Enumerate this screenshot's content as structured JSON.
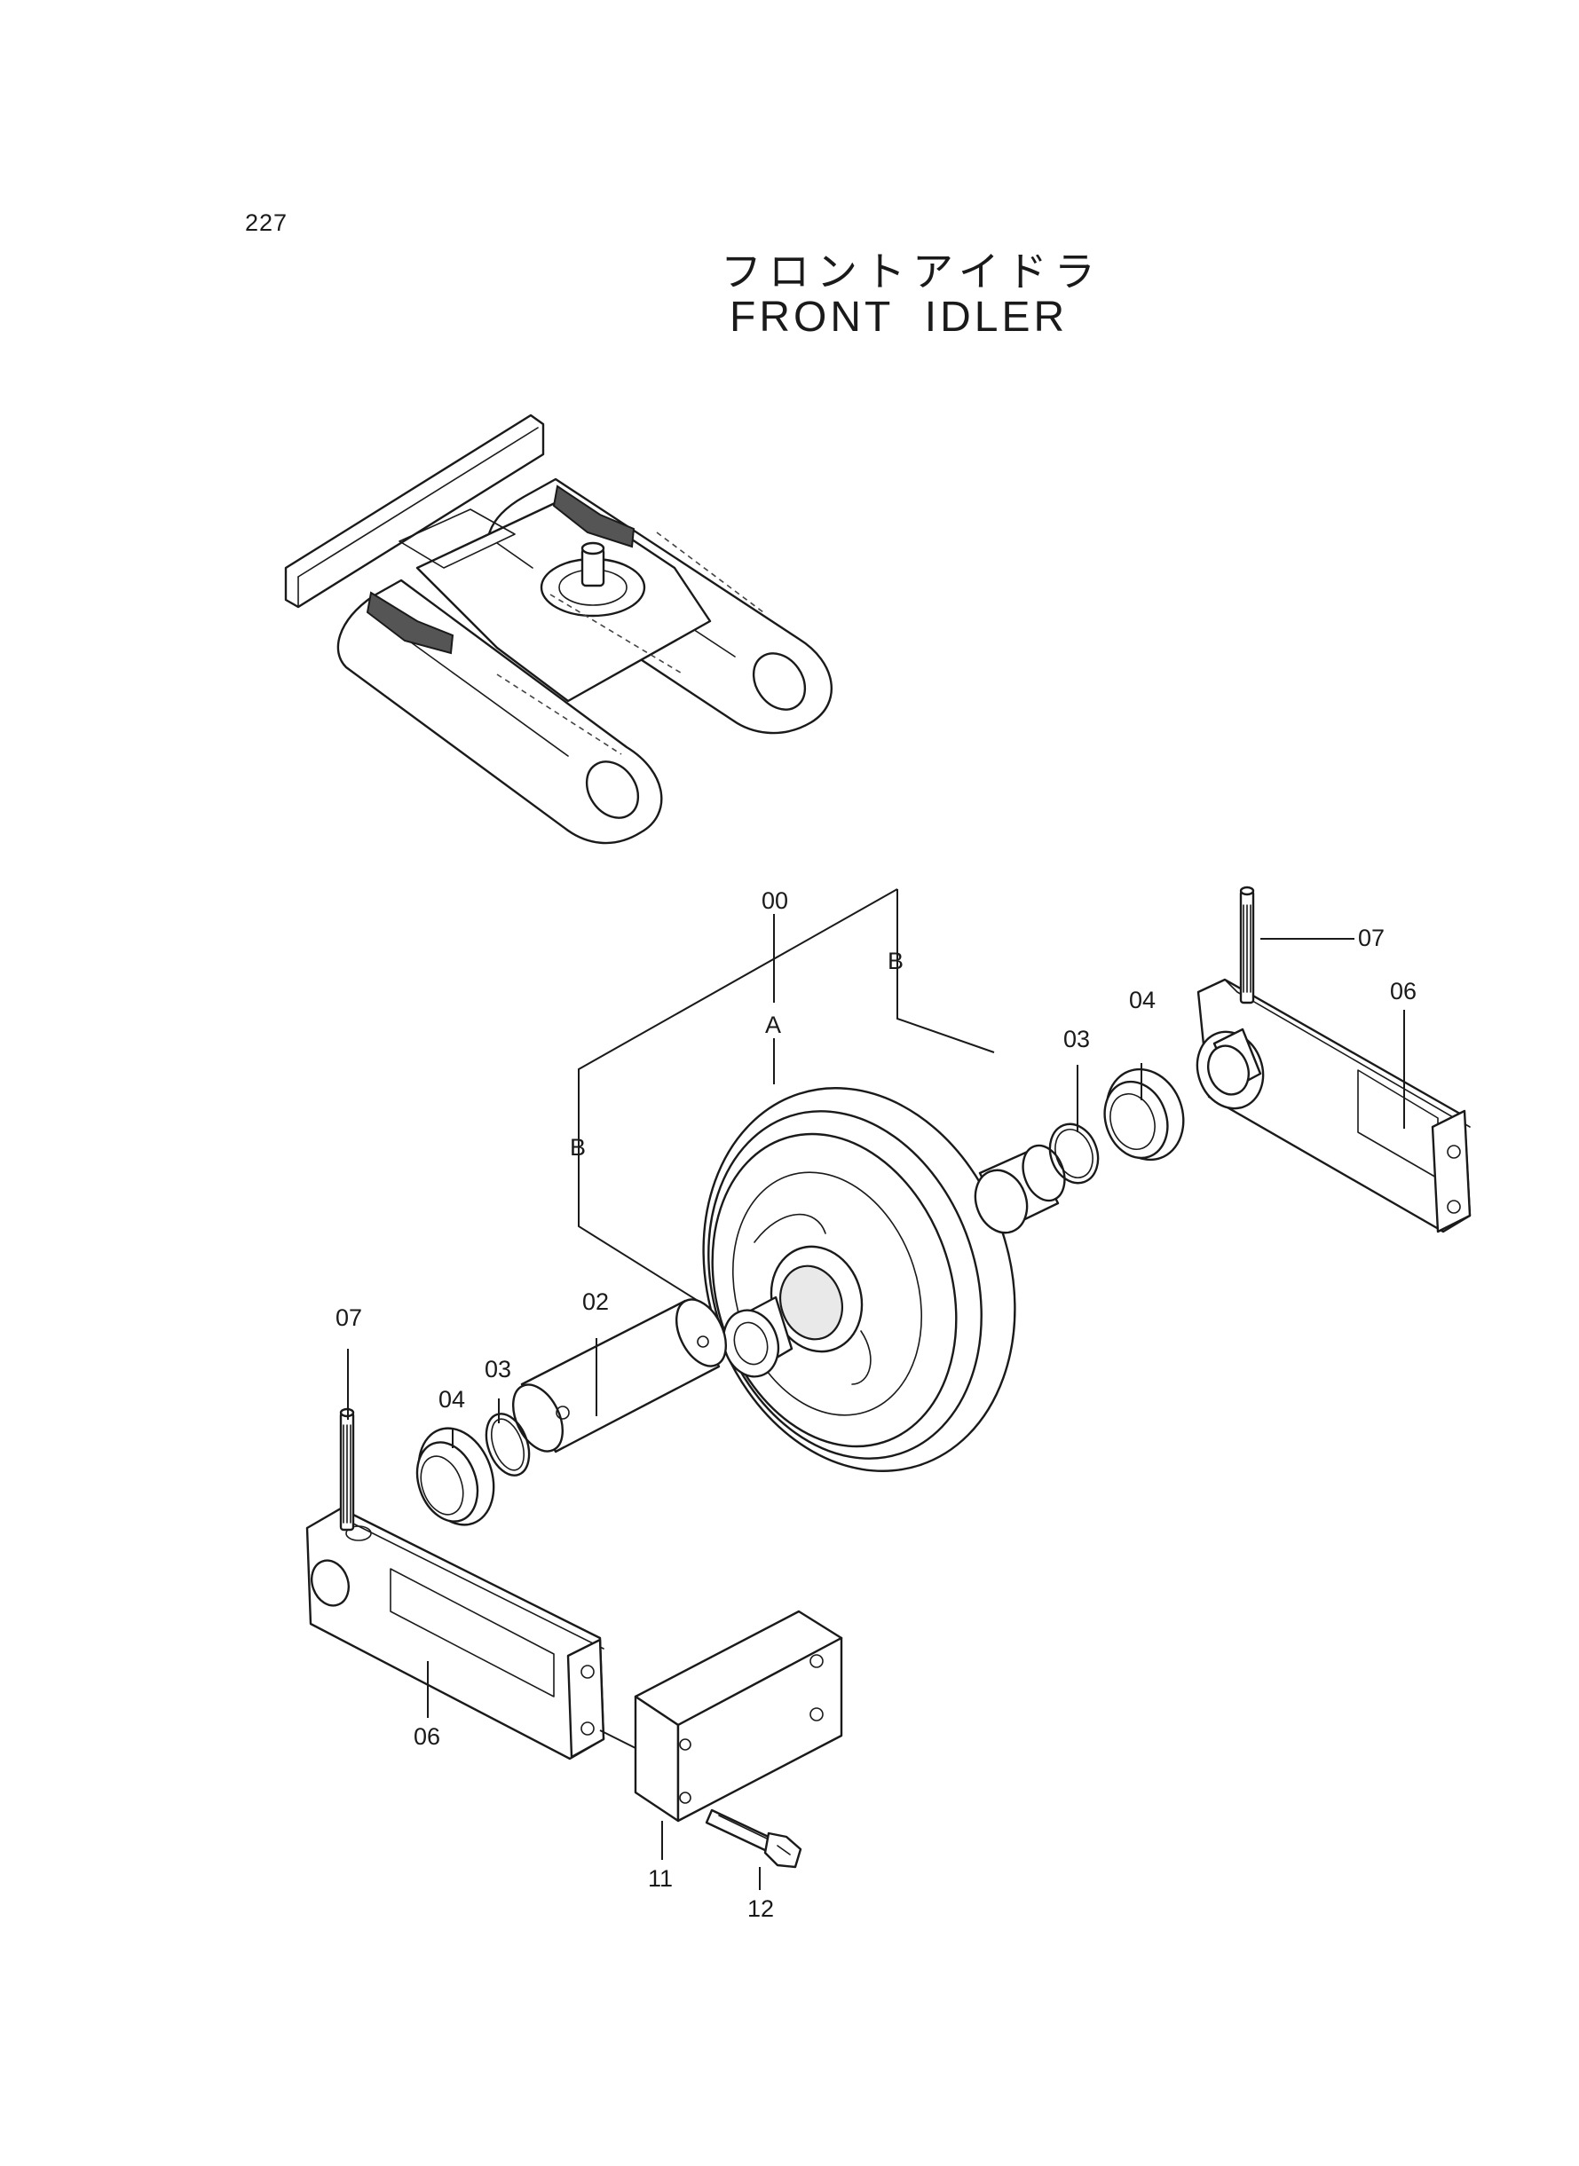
{
  "header": {
    "page_number": "227",
    "title_jp": "フロントアイドラ",
    "title_en": "FRONT IDLER"
  },
  "callouts": {
    "assembly_00": "00",
    "detail_a": "A",
    "bracket_b_right": "B",
    "bracket_b_left": "B",
    "shaft_02": "02",
    "oring_03_left": "03",
    "oring_03_right": "03",
    "seal_04_left": "04",
    "seal_04_right": "04",
    "pin_07_left": "07",
    "pin_07_right": "07",
    "support_06_left": "06",
    "support_06_right": "06",
    "block_11": "11",
    "bolt_12": "12"
  },
  "icons": {
    "machine": "excavator-undercarriage-illustration",
    "idler": "idler-wheel-drawing"
  }
}
